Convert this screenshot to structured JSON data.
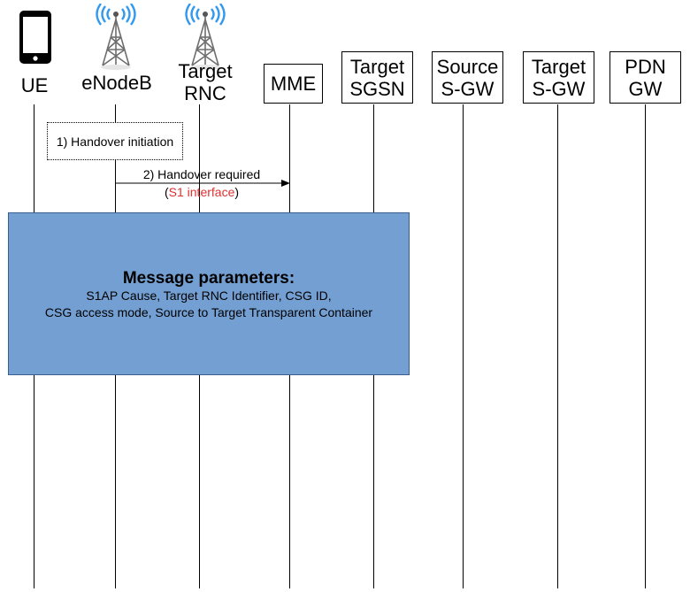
{
  "entities": {
    "ue": "UE",
    "enodeb": "eNodeB",
    "target_rnc": "Target\nRNC",
    "mme": "MME",
    "target_sgsn": "Target\nSGSN",
    "source_sgw": "Source\nS-GW",
    "target_sgw": "Target\nS-GW",
    "pdn_gw": "PDN\nGW"
  },
  "icons": {
    "ue": "mobile-phone-icon",
    "enodeb": "cell-tower-icon",
    "target_rnc": "cell-tower-icon"
  },
  "colors": {
    "params_box": "#739fd2",
    "interface_text": "#e03030",
    "signal_waves": "#3399ee"
  },
  "steps": {
    "step1": "1) Handover initiation",
    "step2": "2) Handover required",
    "step2_interface_open": "(",
    "step2_interface": "S1 interface",
    "step2_interface_close": ")"
  },
  "params": {
    "title": "Message parameters:",
    "line1": "S1AP Cause, Target RNC Identifier, CSG ID,",
    "line2": "CSG access mode, Source to Target Transparent Container"
  }
}
